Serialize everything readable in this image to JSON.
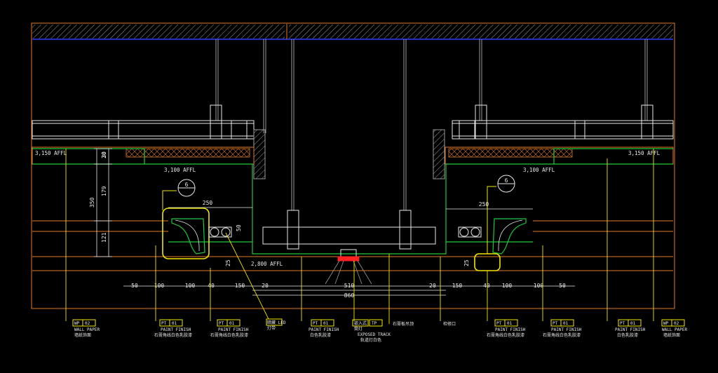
{
  "colors": {
    "background": "#000000",
    "outline": "#e07a2a",
    "green": "#22c83a",
    "yellow": "#f2e600",
    "white": "#e8e8e8",
    "gray": "#9a9a9a",
    "blue": "#2a3cff",
    "red": "#ff2020",
    "brown": "#b5651d"
  },
  "levels": {
    "left_top": "3,150 AFFL",
    "right_top": "3,150 AFFL",
    "left_mid": "3,100 AFFL",
    "right_mid": "3,100 AFFL",
    "center_bottom": "2,800 AFFL"
  },
  "callouts": {
    "left_marker": "6",
    "right_marker": "6"
  },
  "dimensions": {
    "vertical_left": [
      "20",
      "30",
      "179",
      "350",
      "121"
    ],
    "side_small": [
      "50",
      "25"
    ],
    "top_left": "250",
    "top_right": "250",
    "bottom_left": [
      "50",
      "100",
      "100",
      "40",
      "150",
      "20"
    ],
    "bottom_right": [
      "20",
      "150",
      "40",
      "100",
      "100",
      "50"
    ],
    "center_a": "510",
    "center_b": "860",
    "right_small": "25"
  },
  "tags": [
    {
      "code": "WP",
      "num": "02",
      "line1": "WALL PAPER",
      "line2": "墙纸饰面"
    },
    {
      "code": "PT",
      "num": "01",
      "line1": "PAINT FINISH",
      "line2": "石膏角线白色乳胶漆"
    },
    {
      "code": "PT",
      "num": "01",
      "line1": "PAINT FINISH",
      "line2": "石膏角线白色乳胶漆"
    },
    {
      "code": "",
      "num": "",
      "line1": "暗藏 LED",
      "line2": "灯带"
    },
    {
      "code": "PT",
      "num": "01",
      "line1": "PAINT FINISH",
      "line2": "白色乳胶漆"
    },
    {
      "code": "",
      "num": "",
      "line1": "嵌入式",
      "line2": "筒灯"
    },
    {
      "code": "",
      "num": "TP",
      "line1": "EXPOSED TRACK",
      "line2": "轨道灯白色"
    },
    {
      "code": "",
      "num": "",
      "line1": "石膏板吊顶",
      "line2": ""
    },
    {
      "code": "",
      "num": "",
      "line1": "检修口",
      "line2": ""
    },
    {
      "code": "PT",
      "num": "01",
      "line1": "PAINT FINISH",
      "line2": "石膏角线白色乳胶漆"
    },
    {
      "code": "PT",
      "num": "01",
      "line1": "PAINT FINISH",
      "line2": "石膏角线白色乳胶漆"
    },
    {
      "code": "PT",
      "num": "01",
      "line1": "PAINT FINISH",
      "line2": "白色乳胶漆"
    },
    {
      "code": "WP",
      "num": "02",
      "line1": "WALL PAPER",
      "line2": "墙纸饰面"
    }
  ]
}
